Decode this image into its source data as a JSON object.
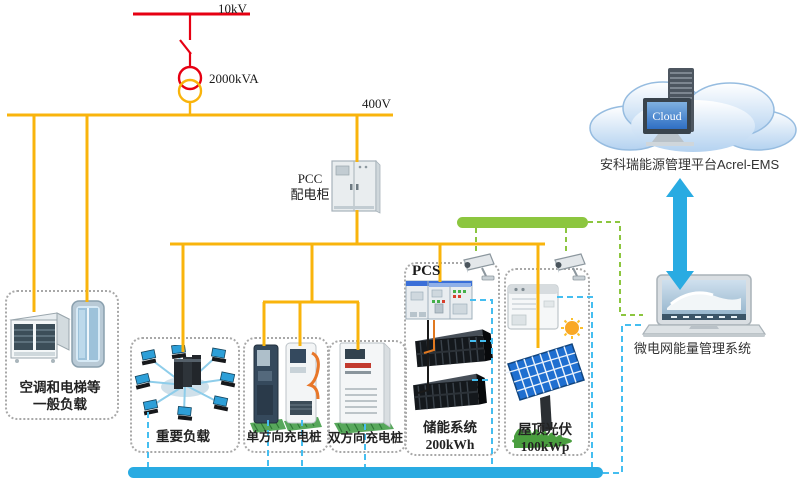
{
  "colors": {
    "hv_line": "#e60012",
    "lv_line": "#f9b40c",
    "comm_green_bus": "#8cc63f",
    "comm_blue_bus": "#29abe2",
    "comm_blue_dash": "#45bef0"
  },
  "top": {
    "hv_label": "10kV",
    "transformer_label": "2000kVA",
    "lv_label": "400V"
  },
  "pcc": {
    "line1": "PCC",
    "line2": "配电柜"
  },
  "pcs_label": "PCS",
  "boxes": {
    "general_load": {
      "line1": "空调和电梯等",
      "line2": "一般负载"
    },
    "important_load": {
      "line1": "重要负载"
    },
    "uni_charger": {
      "line1": "单方向充电桩"
    },
    "bi_charger": {
      "line1": "双方向充电桩"
    },
    "storage": {
      "line1": "储能系统",
      "line2": "200kWh"
    },
    "pv": {
      "line1": "屋顶光伏",
      "line2": "100kWp"
    }
  },
  "cloud": {
    "screen_label": "Cloud",
    "platform_label": "安科瑞能源管理平台Acrel-EMS"
  },
  "laptop": {
    "label": "微电网能量管理系统"
  }
}
